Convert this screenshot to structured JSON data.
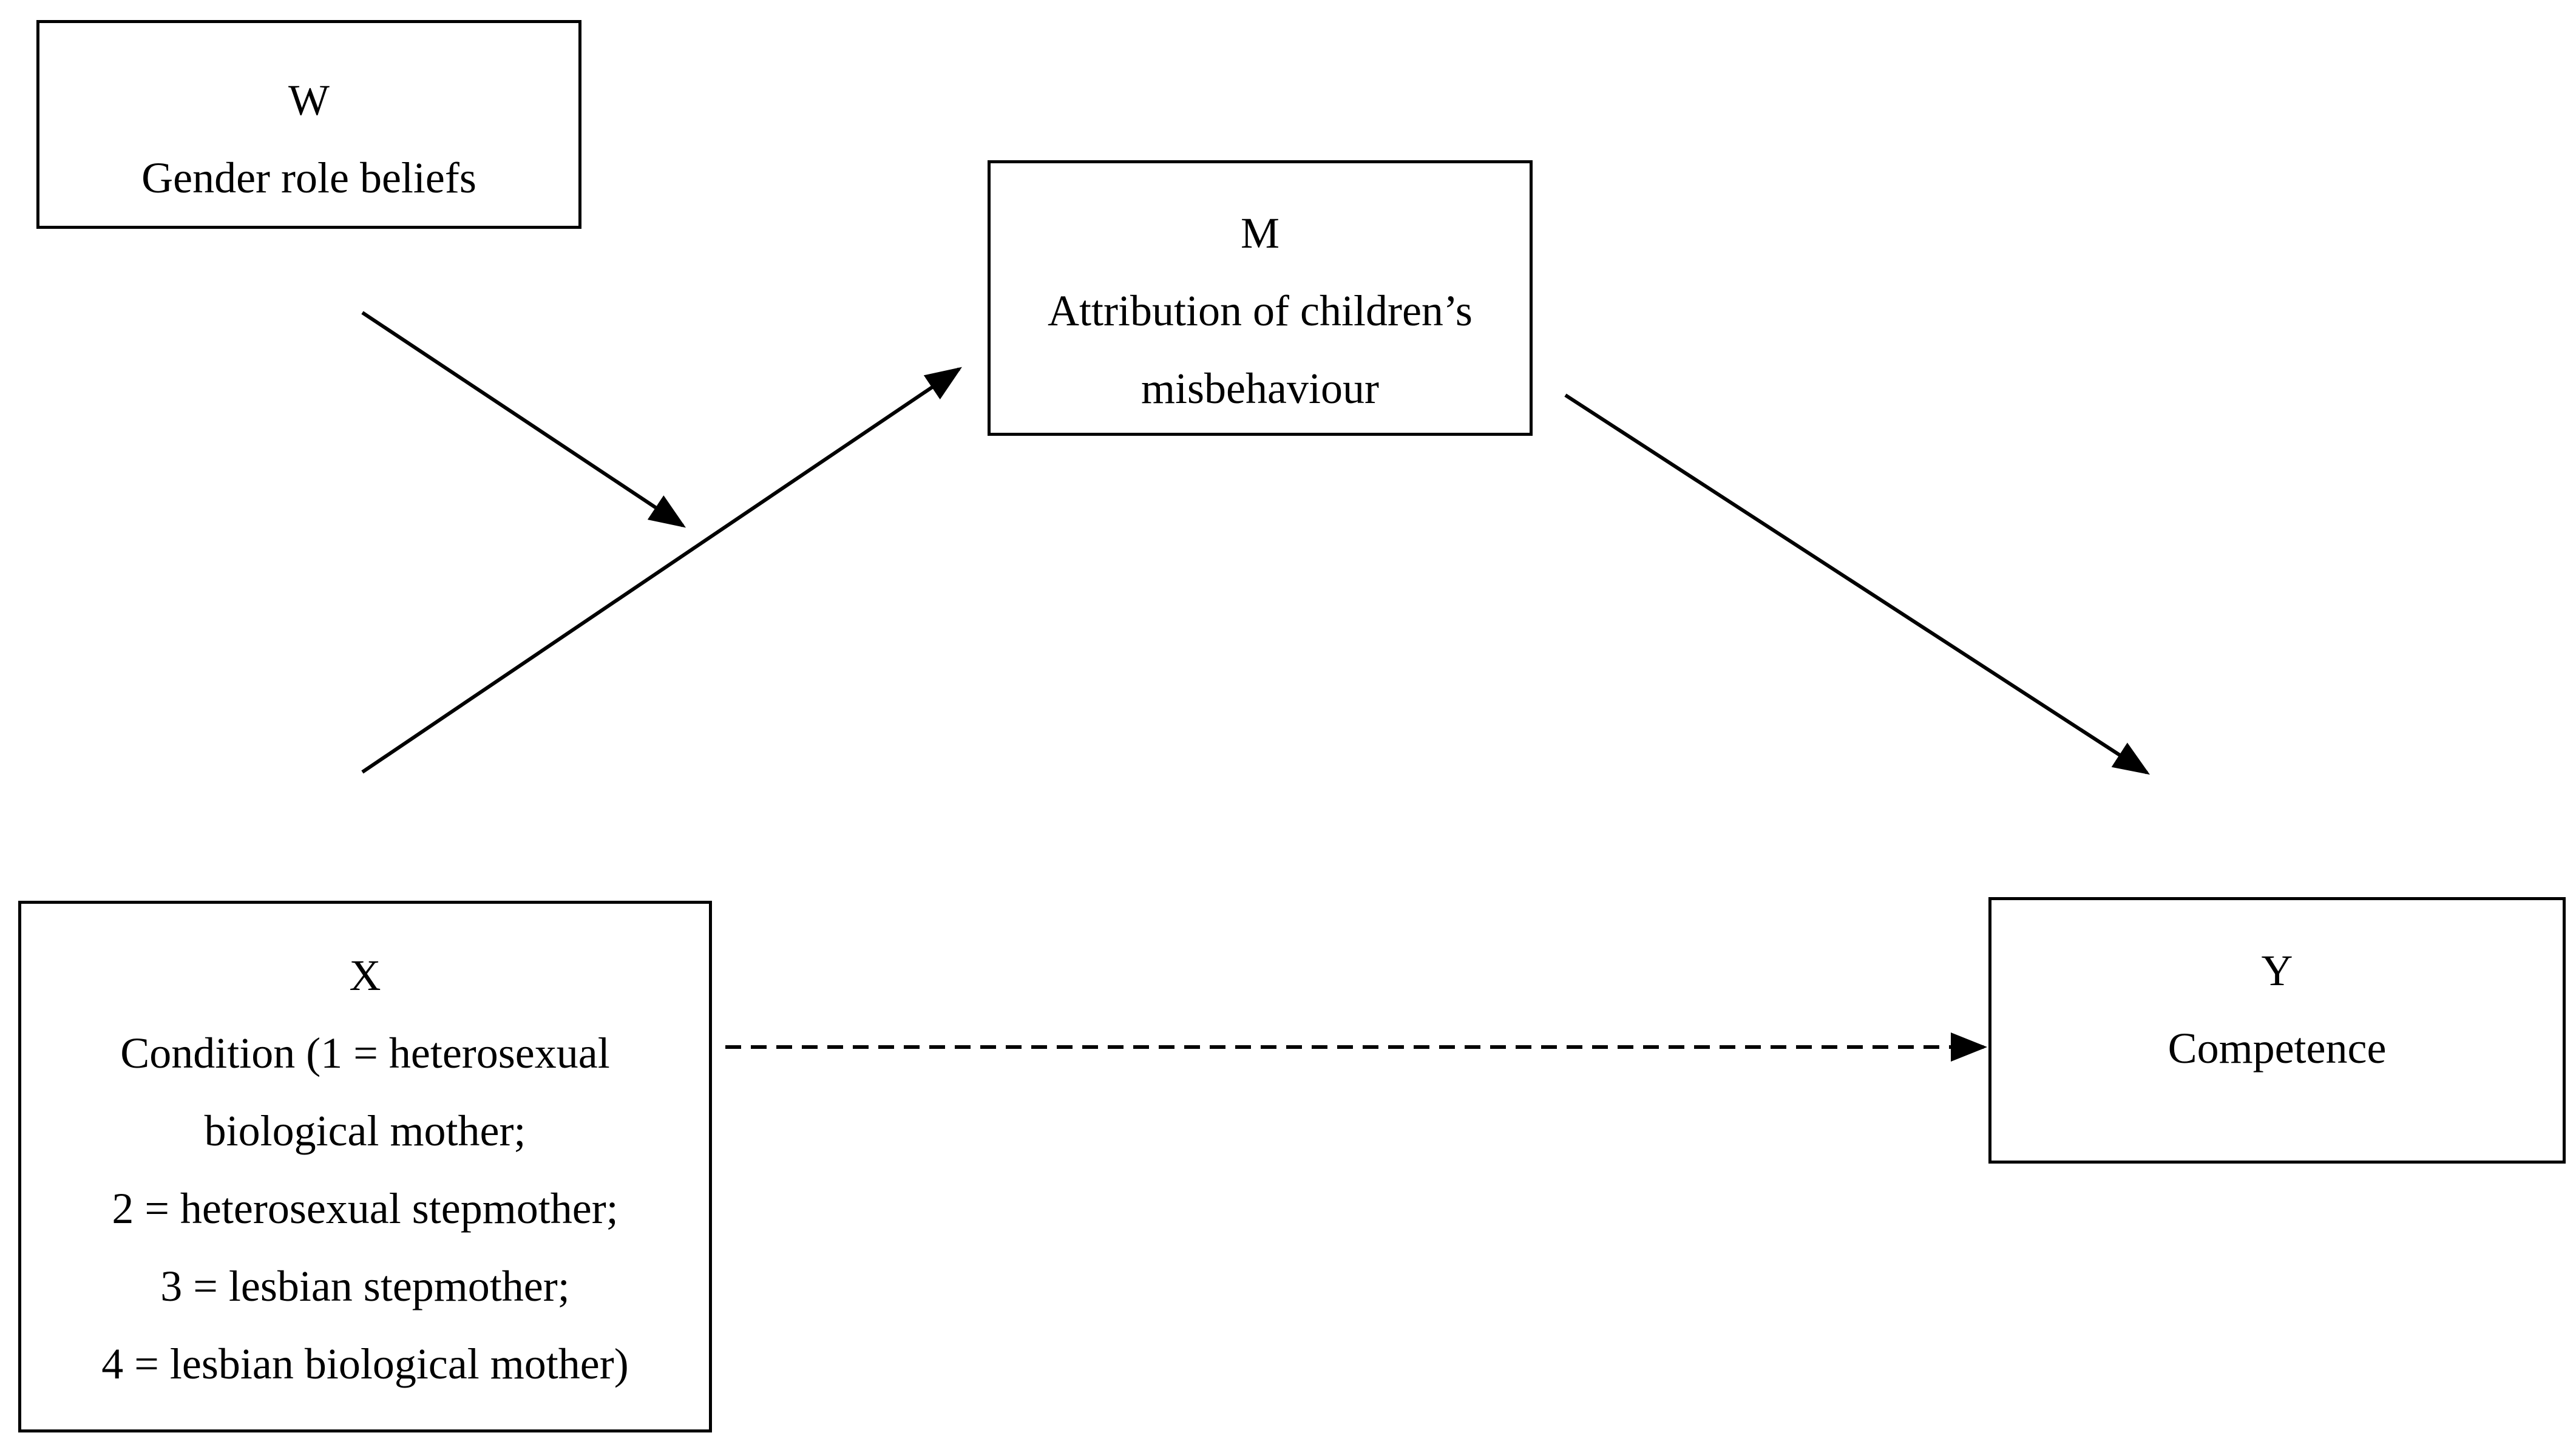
{
  "nodes": {
    "w": {
      "letter": "W",
      "lines": [
        "Gender role beliefs"
      ]
    },
    "m": {
      "letter": "M",
      "lines": [
        "Attribution of children’s",
        "misbehaviour"
      ]
    },
    "x": {
      "letter": "X",
      "lines": [
        "Condition (1 = heterosexual",
        "biological mother;",
        "2 = heterosexual stepmother;",
        "3 = lesbian stepmother;",
        "4 = lesbian biological mother)"
      ]
    },
    "y": {
      "letter": "Y",
      "lines": [
        "Competence"
      ]
    }
  },
  "edges": [
    {
      "from": "x",
      "to": "m",
      "style": "solid"
    },
    {
      "from": "w",
      "to": "x-m-path",
      "style": "solid"
    },
    {
      "from": "m",
      "to": "y",
      "style": "solid"
    },
    {
      "from": "x",
      "to": "y",
      "style": "dashed"
    }
  ],
  "colors": {
    "stroke": "#000000",
    "background": "#ffffff"
  }
}
